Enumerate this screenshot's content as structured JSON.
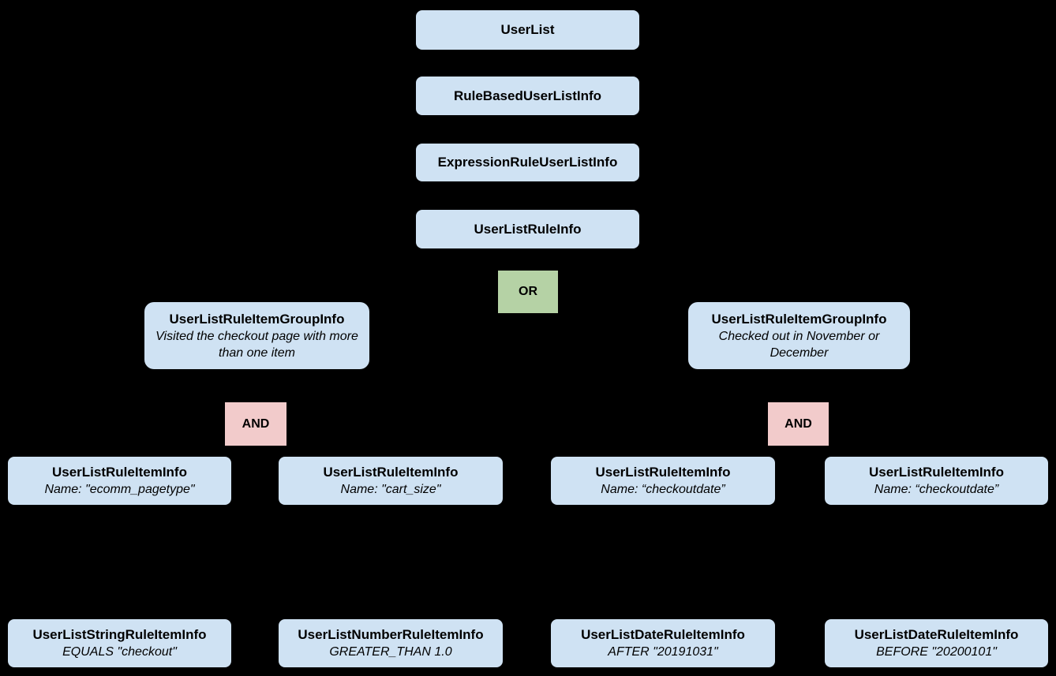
{
  "diagram": {
    "colors": {
      "background": "#000000",
      "node_fill": "#cfe2f3",
      "or_fill": "#b5d2a5",
      "and_fill": "#f2cbcb",
      "text": "#000000"
    },
    "nodes": {
      "user_list": {
        "label": "UserList"
      },
      "rule_based_user_list_info": {
        "label": "RuleBasedUserListInfo"
      },
      "expression_rule_user_list_info": {
        "label": "ExpressionRuleUserListInfo"
      },
      "user_list_rule_info": {
        "label": "UserListRuleInfo"
      },
      "or_operator": {
        "label": "OR"
      },
      "group_left": {
        "label": "UserListRuleItemGroupInfo",
        "description": "Visited the checkout page with more than one item"
      },
      "group_right": {
        "label": "UserListRuleItemGroupInfo",
        "description": "Checked out in November or December"
      },
      "and_left": {
        "label": "AND"
      },
      "and_right": {
        "label": "AND"
      },
      "rule_item_ecomm_pagetype": {
        "label": "UserListRuleItemInfo",
        "description": "Name: \"ecomm_pagetype\""
      },
      "rule_item_cart_size": {
        "label": "UserListRuleItemInfo",
        "description": "Name: \"cart_size\""
      },
      "rule_item_checkoutdate_1": {
        "label": "UserListRuleItemInfo",
        "description": "Name: “checkoutdate”"
      },
      "rule_item_checkoutdate_2": {
        "label": "UserListRuleItemInfo",
        "description": "Name: “checkoutdate”"
      },
      "string_rule_item": {
        "label": "UserListStringRuleItemInfo",
        "description": "EQUALS \"checkout\""
      },
      "number_rule_item": {
        "label": "UserListNumberRuleItemInfo",
        "description": "GREATER_THAN 1.0"
      },
      "date_rule_item_after": {
        "label": "UserListDateRuleItemInfo",
        "description": "AFTER \"20191031\""
      },
      "date_rule_item_before": {
        "label": "UserListDateRuleItemInfo",
        "description": "BEFORE \"20200101\""
      }
    }
  }
}
